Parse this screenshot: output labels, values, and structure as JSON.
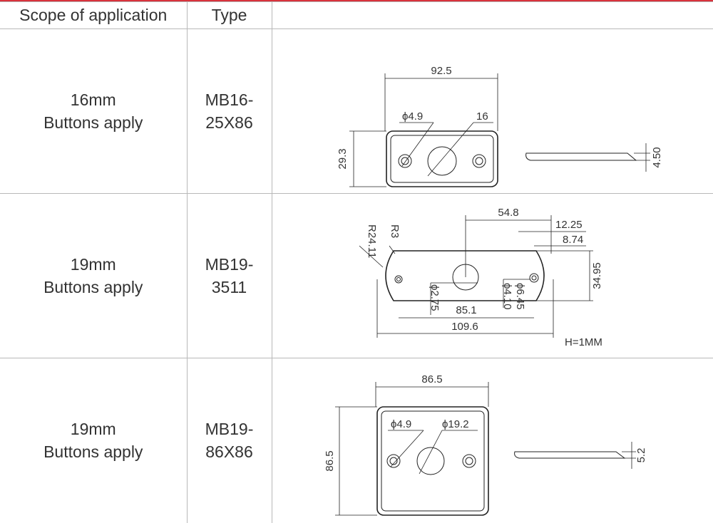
{
  "header": {
    "col_scope": "Scope of application",
    "col_type": "Type",
    "col_drawing": ""
  },
  "rows": [
    {
      "scope_line1": "16mm",
      "scope_line2": "Buttons apply",
      "type_line1": "MB16-",
      "type_line2": "25X86",
      "dims": {
        "width": "92.5",
        "hole_small": "ϕ4.9",
        "hole_large": "16",
        "height": "29.3",
        "thickness": "4.50"
      }
    },
    {
      "scope_line1": "19mm",
      "scope_line2": "Buttons apply",
      "type_line1": "MB19-",
      "type_line2": "3511",
      "dims": {
        "center_dist": "54.8",
        "edge_a": "12.25",
        "edge_b": "8.74",
        "radius_large": "R24.11",
        "radius_small": "R3",
        "height": "34.95",
        "hole_left": "ϕ2.75",
        "hole_right_a": "ϕ6.45",
        "hole_right_b": "ϕ4.10",
        "hole_span": "85.1",
        "overall": "109.6",
        "thickness_note": "H=1MM"
      }
    },
    {
      "scope_line1": "19mm",
      "scope_line2": "Buttons apply",
      "type_line1": "MB19-",
      "type_line2": "86X86",
      "dims": {
        "width": "86.5",
        "hole_small": "ϕ4.9",
        "hole_large": "ϕ19.2",
        "height": "86.5",
        "thickness": "5.2"
      }
    }
  ]
}
